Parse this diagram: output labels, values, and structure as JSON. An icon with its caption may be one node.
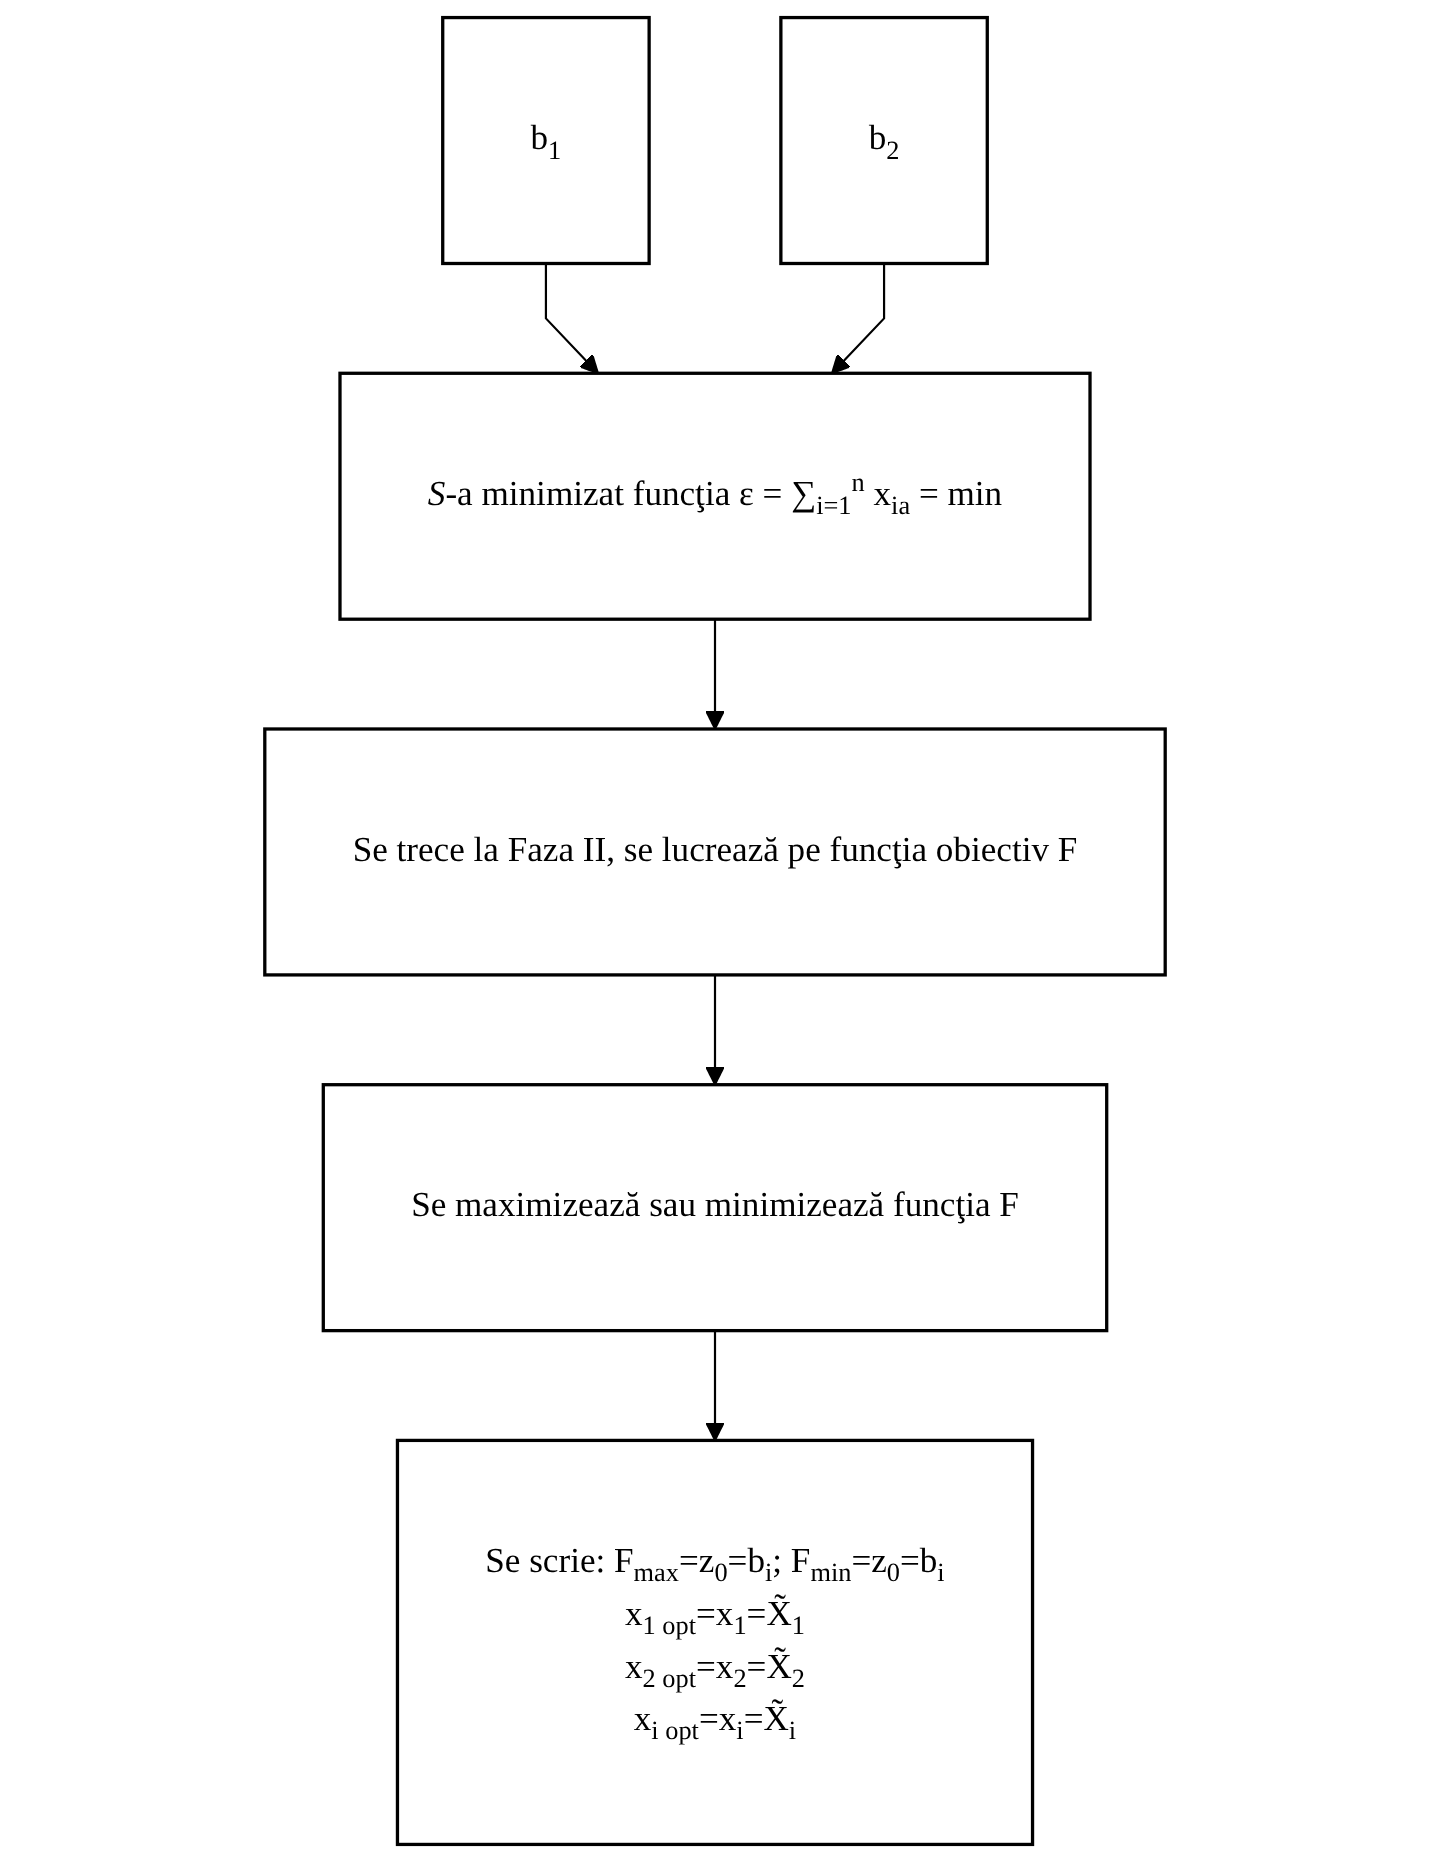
{
  "diagram": {
    "nodes": [
      {
        "text": [
          "b$_{1}$"
        ]
      },
      {
        "text": [
          "b$_{2}$"
        ]
      },
      {
        "text": [
          "*S*-a minimizat funcţia ε = ∑$_{i=1}$$^{n}$ x$_{ia}$ = min"
        ]
      },
      {
        "text": [
          "Se trece la Faza II, se lucrează pe funcţia obiectiv F"
        ]
      },
      {
        "text": [
          "Se maximizează sau minimizează funcţia F"
        ]
      },
      {
        "text": [
          "Se scrie: F$_{max}$=z$_{0}$=b$_{i}$; F$_{min}$=z$_{0}$=b$_{i}$",
          "x$_{1 opt}$=x$_{1}$=X̃$_{1}$",
          "x$_{2 opt}$=x$_{2}$=X̃$_{2}$",
          "x$_{i opt}$=x$_{i}$=X̃$_{i}$"
        ]
      }
    ],
    "edges": [
      {
        "from": 0,
        "to": 2,
        "arrow": "to"
      },
      {
        "from": 1,
        "to": 2,
        "arrow": "to"
      },
      {
        "from": 2,
        "to": 3,
        "arrow": "to"
      },
      {
        "from": 3,
        "to": 4,
        "arrow": "to"
      },
      {
        "from": 4,
        "to": 5,
        "arrow": "to"
      }
    ]
  }
}
